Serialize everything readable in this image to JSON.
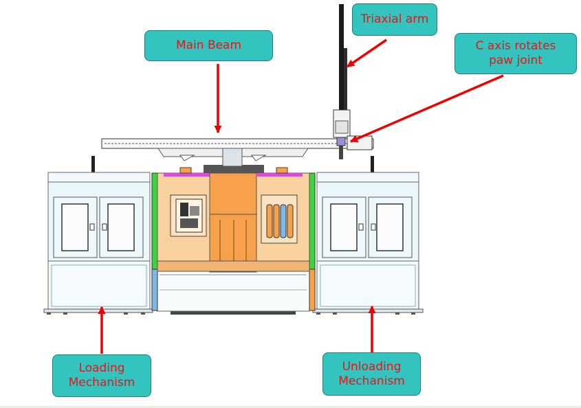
{
  "labels": {
    "main_beam": "Main Beam",
    "triaxial_arm": "Triaxial arm",
    "c_axis": "C axis rotates paw joint",
    "loading": "Loading Mechanism",
    "unloading": "Unloading Mechanism"
  },
  "colors": {
    "callout_fill": "#33c4c0",
    "callout_text": "#e01818",
    "arrow": "#ee0000",
    "machine_orange": "#f7a14a",
    "machine_light_orange": "#fad2a0",
    "cabinet": "#eef8fb",
    "green_panel": "#3ed33e",
    "magenta_strip": "#d84fd0"
  }
}
